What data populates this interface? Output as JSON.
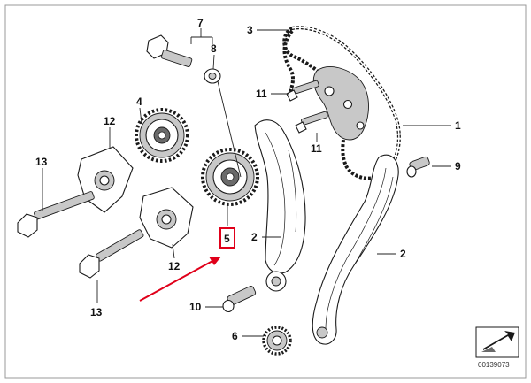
{
  "callouts": {
    "c1": "1",
    "c2a": "2",
    "c2b": "2",
    "c3": "3",
    "c4": "4",
    "c5": "5",
    "c6": "6",
    "c7": "7",
    "c8": "8",
    "c9": "9",
    "c10": "10",
    "c11a": "11",
    "c11b": "11",
    "c12a": "12",
    "c12b": "12",
    "c13a": "13",
    "c13b": "13"
  },
  "highlight": {
    "box_color": "#e0001a",
    "arrow_color": "#e0001a"
  },
  "doc_number": "00139073",
  "icons": {
    "corner_icon": "folded-arrow-icon"
  }
}
